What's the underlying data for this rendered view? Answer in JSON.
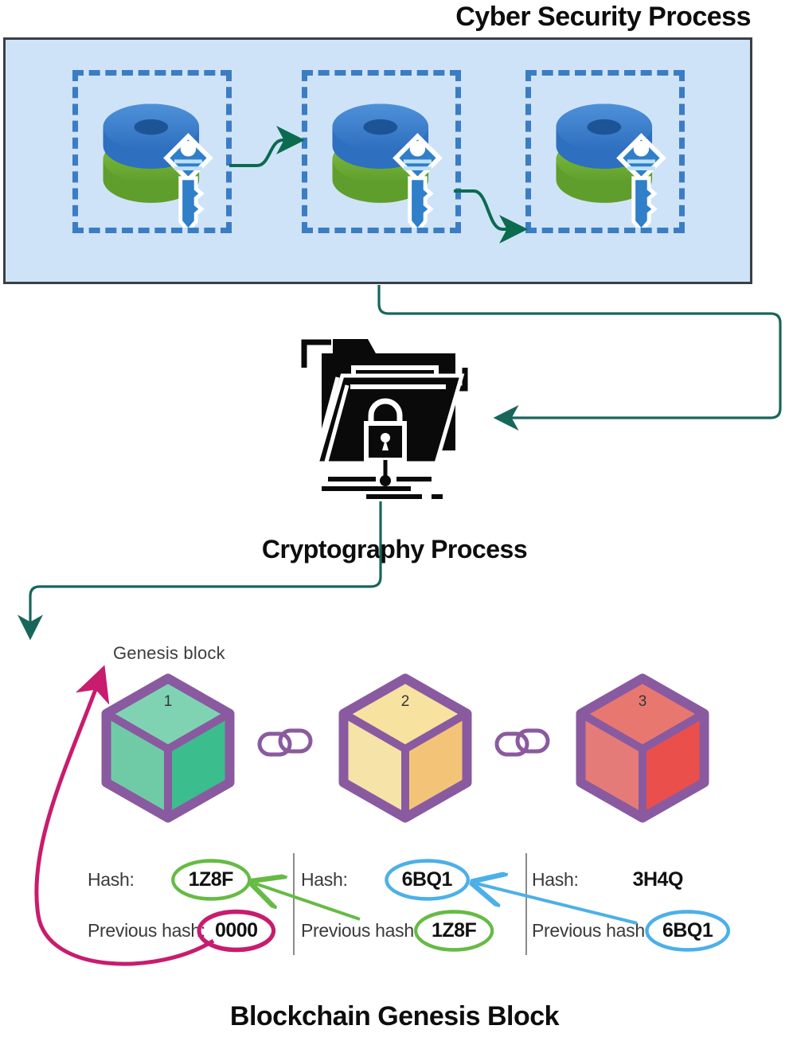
{
  "titles": {
    "cyber_security": "Cyber Security Process",
    "cryptography": "Cryptography Process",
    "blockchain": "Blockchain Genesis Block"
  },
  "cyber_panel": {
    "background_color": "#cfe3f8",
    "border_color": "#3a3f44",
    "dashed_border_color": "#3a7dc4",
    "arrow_color": "#0b6b4f",
    "nodes": [
      {
        "icon": "database-key-icon",
        "label": ""
      },
      {
        "icon": "database-key-icon",
        "label": ""
      },
      {
        "icon": "database-key-icon",
        "label": ""
      }
    ]
  },
  "cryptography": {
    "icon": "secure-folder-lock-icon",
    "icon_color": "#0a0a0a",
    "connector_color": "#18665a"
  },
  "blockchain": {
    "genesis_label": "Genesis block",
    "block_outline_color": "#8a5aa0",
    "blocks": [
      {
        "number": "1",
        "color_top": "#7fd3b2",
        "color_left": "#6fcba6",
        "color_right": "#3cbd8e"
      },
      {
        "number": "2",
        "color_top": "#f7e2a0",
        "color_left": "#f6e3a7",
        "color_right": "#f3c478"
      },
      {
        "number": "3",
        "color_top": "#e8786f",
        "color_left": "#e57b78",
        "color_right": "#ea4f4c"
      }
    ],
    "chain_icon": "chain-link-icon",
    "hash_columns": [
      {
        "hash_label": "Hash:",
        "hash_value": "1Z8F",
        "hash_circle_color": "#66bb44",
        "prev_label": "Previous hash:",
        "prev_value": "0000",
        "prev_circle_color": "#c81c6e"
      },
      {
        "hash_label": "Hash:",
        "hash_value": "6BQ1",
        "hash_circle_color": "#4cb0e8",
        "prev_label": "Previous hash:",
        "prev_value": "1Z8F",
        "prev_circle_color": "#66bb44"
      },
      {
        "hash_label": "Hash:",
        "hash_value": "3H4Q",
        "hash_circle_color": "none",
        "prev_label": "Previous hash:",
        "prev_value": "6BQ1",
        "prev_circle_color": "#4cb0e8"
      }
    ],
    "link_arrow_colors": {
      "green": "#66bb44",
      "blue": "#4cb0e8",
      "pink": "#c81c6e"
    }
  }
}
